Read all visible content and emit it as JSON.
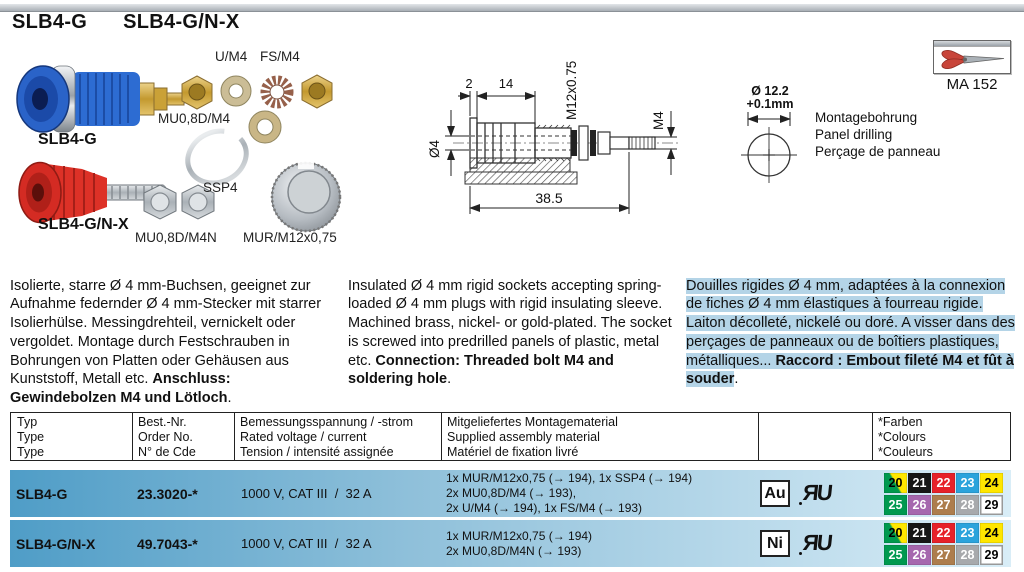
{
  "page": {
    "title1": "SLB4-G",
    "title2": "SLB4-G/N-X"
  },
  "photo": {
    "product1_label": "SLB4-G",
    "product2_label": "SLB4-G/N-X",
    "labels": {
      "u_m4": "U/M4",
      "fs_m4": "FS/M4",
      "mu08d_m4": "MU0,8D/M4",
      "ssp4": "SSP4",
      "mu08d_m4n": "MU0,8D/M4N",
      "mur": "MUR/M12x0,75"
    }
  },
  "drawing": {
    "dim_collar": "2",
    "dim_body": "14",
    "thread": "M12x0.75",
    "bolt": "M4",
    "bore": "Ø4",
    "overall": "38.5"
  },
  "panel_drilling": {
    "diameter": "Ø 12.2",
    "tolerance": "+0.1mm",
    "label_de": "Montagebohrung",
    "label_en": "Panel drilling",
    "label_fr": "Perçage de panneau"
  },
  "tool_box": {
    "ref": "MA 152"
  },
  "icons": {
    "ul_mark": "ЯU"
  },
  "descriptions": {
    "de_body": "Isolierte, starre Ø 4 mm-Buchsen, geeignet zur Aufnahme federnder  Ø 4 mm-Stecker mit starrer Isolierhülse. Messingdrehteil, vernickelt oder vergoldet. Montage durch Festschrauben in Bohrungen von Platten oder Gehäusen aus Kunststoff, Metall etc. ",
    "de_bold": "Anschluss: Gewindebolzen M4 und Lötloch",
    "de_tail": ".",
    "en_body": "Insulated Ø 4 mm rigid sockets accepting spring-loaded Ø 4 mm plugs with rigid insulating sleeve. Machined brass, nickel- or gold-plated. The socket is screwed into predrilled panels of plastic, metal etc. ",
    "en_bold": "Connection: Threaded bolt M4 and soldering hole",
    "en_tail": ".",
    "fr_body": "Douilles rigides Ø 4 mm, adaptées à la connexion de fiches Ø 4 mm élastiques à fourreau rigide. Laiton décolleté, nickelé ou doré. A visser dans des perçages de panneaux ou de boîtiers plastiques, métalliques... ",
    "fr_bold": "Raccord : Embout fileté M4 et fût à souder",
    "fr_tail": "."
  },
  "table": {
    "header": {
      "type": [
        "Typ",
        "Type",
        "Type"
      ],
      "order": [
        "Best.-Nr.",
        "Order No.",
        "N° de Cde"
      ],
      "rating": [
        "Bemessungsspannung / -strom",
        "Rated voltage / current",
        "Tension / intensité assignée"
      ],
      "material": [
        "Mitgeliefertes Montagematerial",
        "Supplied assembly material",
        "Matériel de fixation livré"
      ],
      "colours": [
        "*Farben",
        "*Colours",
        "*Couleurs"
      ]
    },
    "rows": [
      {
        "type": "SLB4-G",
        "order": "23.3020-*",
        "rating": "1000 V, CAT III  /  32 A",
        "material": [
          "1x MUR/M12x0,75 (→ 194), 1x SSP4 (→ 194)",
          "2x MU0,8D/M4 (→ 193),",
          "2x U/M4 (→ 194), 1x FS/M4 (→ 193)"
        ],
        "plating": "Au"
      },
      {
        "type": "SLB4-G/N-X",
        "order": "49.7043-*",
        "rating": "1000 V, CAT III  /  32 A",
        "material": [
          "1x MUR/M12x0,75 (→ 194)",
          "2x MU0,8D/M4N (→ 193)"
        ],
        "plating": "Ni"
      }
    ],
    "colour_chips": [
      {
        "num": "20",
        "split": [
          "#00994f",
          "#ffe600"
        ],
        "fg": "#000"
      },
      {
        "num": "21",
        "bg": "#161616",
        "fg": "#fff"
      },
      {
        "num": "22",
        "bg": "#e62129",
        "fg": "#fff"
      },
      {
        "num": "23",
        "bg": "#2ba3dc",
        "fg": "#fff"
      },
      {
        "num": "24",
        "bg": "#ffe600",
        "fg": "#000"
      },
      {
        "num": "25",
        "bg": "#00994f",
        "fg": "#fff"
      },
      {
        "num": "26",
        "bg": "#a667ae",
        "fg": "#fff"
      },
      {
        "num": "27",
        "bg": "#ad7d4d",
        "fg": "#fff"
      },
      {
        "num": "28",
        "bg": "#a7a9ac",
        "fg": "#fff"
      },
      {
        "num": "29",
        "bg": "#ffffff",
        "fg": "#000",
        "border": "#999"
      }
    ]
  }
}
